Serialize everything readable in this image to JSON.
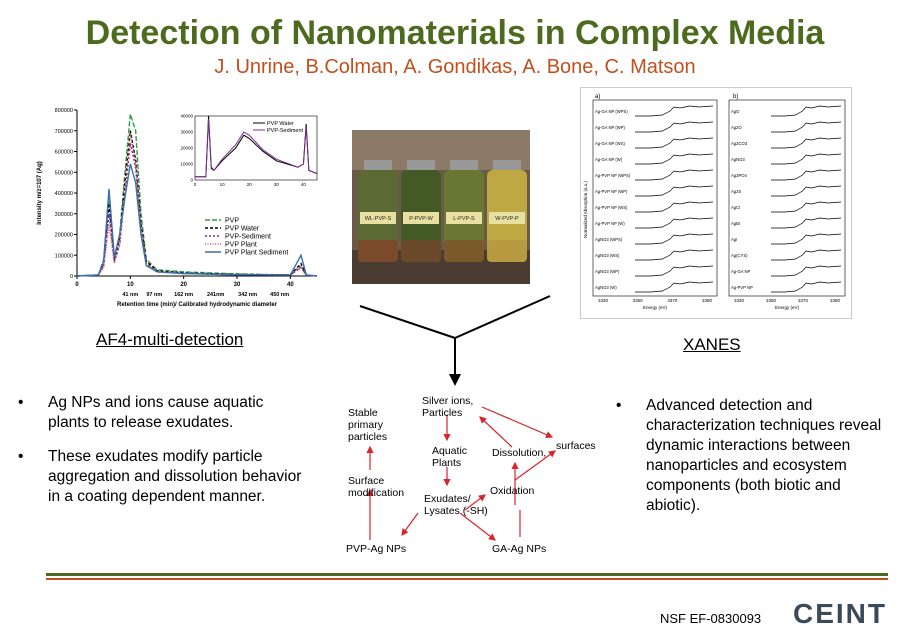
{
  "header": {
    "title": "Detection of Nanomaterials in Complex Media",
    "authors": "J.  Unrine, B.Colman, A. Gondikas, A. Bone, C. Matson"
  },
  "af4": {
    "caption": "AF4-multi-detection",
    "chart_data": {
      "type": "line",
      "xlabel": "Retention time (min)/ Calibrated hydrodynamic diameter",
      "ylabel": "Intensity m/z=107 (Ag)",
      "xlim": [
        0,
        45
      ],
      "ylim": [
        0,
        800000
      ],
      "x_ticks": [
        "0",
        "10",
        "20",
        "30",
        "40"
      ],
      "y_ticks": [
        "0",
        "100000",
        "200000",
        "300000",
        "400000",
        "500000",
        "600000",
        "700000",
        "800000"
      ],
      "size_labels": [
        "41 nm",
        "97 nm",
        "162 nm",
        "241nm",
        "342 nm",
        "450 nm"
      ],
      "series": [
        {
          "name": "PVP",
          "color": "#2e9e4a",
          "x": [
            0,
            4,
            5,
            6,
            7,
            8,
            9,
            10,
            11,
            12,
            13,
            15,
            20,
            30,
            40,
            42,
            43,
            45
          ],
          "y": [
            0,
            5000,
            80000,
            400000,
            90000,
            200000,
            500000,
            780000,
            700000,
            300000,
            80000,
            30000,
            20000,
            10000,
            5000,
            40000,
            5000,
            0
          ]
        },
        {
          "name": "PVP Water",
          "color": "#000000",
          "x": [
            0,
            4,
            5,
            6,
            7,
            8,
            9,
            10,
            11,
            12,
            13,
            15,
            20,
            30,
            40,
            42,
            43,
            45
          ],
          "y": [
            0,
            5000,
            60000,
            350000,
            80000,
            180000,
            450000,
            700000,
            560000,
            250000,
            70000,
            25000,
            15000,
            8000,
            5000,
            60000,
            5000,
            0
          ]
        },
        {
          "name": "PVP-Sediment",
          "color": "#7b2d8e",
          "x": [
            0,
            4,
            5,
            6,
            7,
            8,
            9,
            10,
            11,
            12,
            13,
            15,
            20,
            30,
            40,
            42,
            43,
            45
          ],
          "y": [
            0,
            5000,
            50000,
            300000,
            70000,
            150000,
            400000,
            640000,
            520000,
            220000,
            60000,
            20000,
            12000,
            6000,
            5000,
            50000,
            5000,
            0
          ]
        },
        {
          "name": "PVP Plant",
          "color": "#e05060",
          "x": [
            0,
            4,
            5,
            6,
            7,
            8,
            9,
            10,
            11,
            12,
            13,
            15,
            20,
            30,
            40,
            42,
            43,
            45
          ],
          "y": [
            0,
            5000,
            40000,
            250000,
            60000,
            150000,
            420000,
            690000,
            540000,
            230000,
            60000,
            20000,
            12000,
            6000,
            5000,
            40000,
            5000,
            0
          ]
        },
        {
          "name": "PVP Plant Sediment",
          "color": "#3a6fb0",
          "x": [
            0,
            4,
            5,
            6,
            7,
            8,
            9,
            10,
            11,
            12,
            13,
            15,
            20,
            30,
            40,
            42,
            43,
            45
          ],
          "y": [
            0,
            5000,
            70000,
            420000,
            90000,
            200000,
            380000,
            540000,
            450000,
            200000,
            50000,
            20000,
            12000,
            6000,
            5000,
            100000,
            5000,
            0
          ]
        }
      ],
      "inset": {
        "xlim": [
          0,
          45
        ],
        "ylim": [
          0,
          40000
        ],
        "x_ticks": [
          "0",
          "10",
          "20",
          "30",
          "40"
        ],
        "y_ticks": [
          "0",
          "10000",
          "20000",
          "30000",
          "40000"
        ],
        "series": [
          {
            "name": "PVP Water",
            "color": "#000000",
            "x": [
              0,
              4,
              5,
              6,
              7,
              10,
              15,
              18,
              20,
              25,
              30,
              38,
              40,
              41,
              42,
              45
            ],
            "y": [
              2000,
              2000,
              40000,
              8000,
              6000,
              12000,
              20000,
              28000,
              26000,
              18000,
              12000,
              8000,
              10000,
              35000,
              6000,
              4000
            ]
          },
          {
            "name": "PVP-Sediment",
            "color": "#7b2d8e",
            "x": [
              0,
              4,
              5,
              6,
              7,
              10,
              15,
              18,
              20,
              25,
              30,
              38,
              40,
              41,
              42,
              45
            ],
            "y": [
              2000,
              2000,
              38000,
              7000,
              6000,
              13000,
              22000,
              30000,
              28000,
              19000,
              13000,
              8000,
              10000,
              33000,
              6000,
              4000
            ]
          }
        ]
      }
    }
  },
  "photo": {
    "jar_labels": [
      "WL-PVP-S",
      "P-PVP-W",
      "L-PVP-S",
      "W-PVP-P"
    ]
  },
  "xanes": {
    "caption": "XANES",
    "panel_a_label": "a)",
    "panel_b_label": "b)",
    "ylabel": "Normalized Absorption (a.u.)",
    "xlabel": "Energy (eV)",
    "x_ticks": [
      "3330",
      "3350",
      "3370",
      "3390"
    ],
    "panel_a_series": [
      "Ag-GA NP (WPS)",
      "Ag-GA NP (WP)",
      "Ag-GA NP (WS)",
      "Ag-GA NP (W)",
      "Ag-PVP NP (WPS)",
      "Ag-PVP NP (WP)",
      "Ag-PVP NP (WS)",
      "Ag-PVP NP (W)",
      "AgNO3 (WPS)",
      "AgNO3 (WS)",
      "AgNO3 (WP)",
      "AgNO3 (W)"
    ],
    "panel_b_series": [
      "AgO",
      "Ag2O",
      "Ag2CO3",
      "AgNO3",
      "Ag3PO4",
      "Ag2S",
      "AgCl",
      "AgBr",
      "AgI",
      "Ag(CYS)",
      "Ag-GA NP",
      "Ag-PVP NP"
    ]
  },
  "left_bullets": [
    "Ag NPs and ions cause aquatic plants to release exudates.",
    "These exudates modify particle aggregation and dissolution behavior in a coating dependent manner."
  ],
  "right_bullets": [
    "Advanced detection and characterization techniques reveal dynamic interactions between nanoparticles and ecosystem components (both biotic and abiotic)."
  ],
  "diagram": {
    "silver": "Silver ions,\nParticles",
    "stable": "Stable\nprimary\nparticles",
    "aquatic": "Aquatic\nPlants",
    "dissolution": "Dissolution,",
    "surfaces": "surfaces",
    "surface_mod": "Surface\nmodification",
    "exudates": "Exudates/\nLysates (-SH)",
    "oxidation": "Oxidation",
    "pvp": "PVP-Ag NPs",
    "ga": "GA-Ag NPs"
  },
  "footer": {
    "grant": "NSF EF-0830093",
    "logo": "CEINT"
  }
}
